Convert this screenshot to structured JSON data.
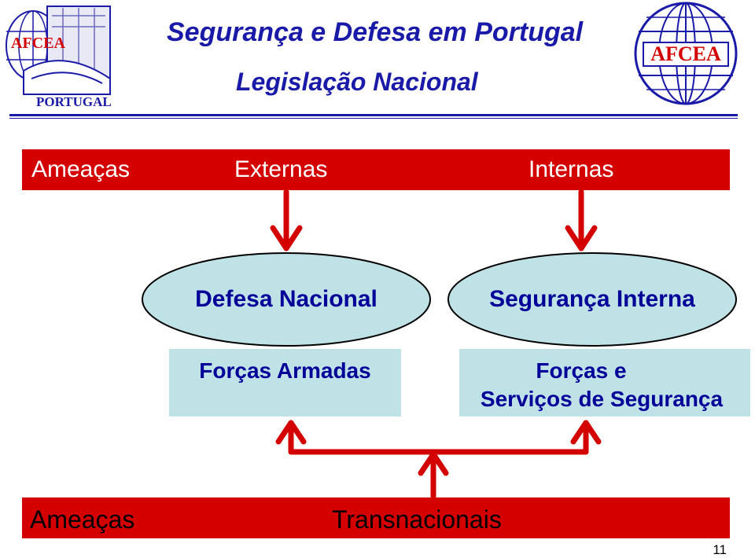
{
  "header": {
    "title": "Segurança e Defesa em Portugal",
    "subtitle": "Legislação Nacional",
    "logo_left_text": "AFCEA",
    "logo_left_subtext": "PORTUGAL",
    "logo_right_text": "AFCEA"
  },
  "top_band": {
    "label": "Ameaças",
    "left": "Externas",
    "right": "Internas"
  },
  "ellipses": {
    "left": "Defesa Nacional",
    "right": "Segurança Interna"
  },
  "boxes": {
    "left": "Forças Armadas",
    "right_line1": "Forças e",
    "right_line2": "Serviços de Segurança"
  },
  "bottom_band": {
    "label": "Ameaças",
    "right": "Transnacionais"
  },
  "page_number": "11",
  "colors": {
    "title_blue": "#1a1aa8",
    "band_red": "#d40000",
    "ellipse_fill": "#bfe2e6",
    "box_fill": "#bfe2e6",
    "text_navy": "#000099"
  }
}
